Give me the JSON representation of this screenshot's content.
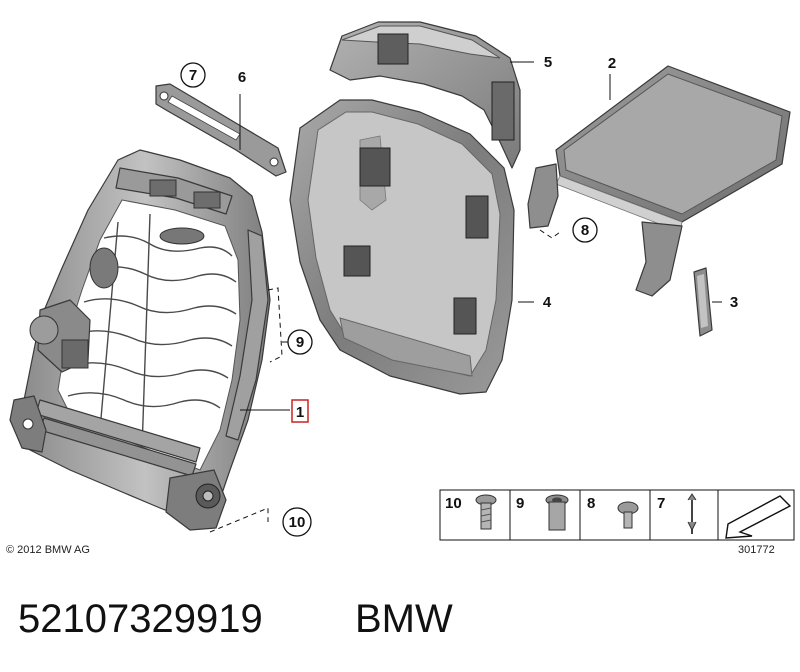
{
  "callouts": {
    "c1": "1",
    "c2": "2",
    "c3": "3",
    "c4": "4",
    "c5": "5",
    "c6": "6",
    "c7": "7",
    "c8": "8",
    "c9": "9",
    "c10": "10"
  },
  "legend": {
    "items": [
      {
        "number": "10",
        "icon": "button-head-screw-icon"
      },
      {
        "number": "9",
        "icon": "rivet-nut-icon"
      },
      {
        "number": "8",
        "icon": "pan-head-screw-icon"
      },
      {
        "number": "7",
        "icon": "clip-pin-icon"
      },
      {
        "number": "",
        "icon": "direction-arrow-icon"
      }
    ],
    "diagram_number": "301772"
  },
  "copyright": "© 2012 BMW AG",
  "part_number": "52107329919",
  "brand": "BMW",
  "colors": {
    "highlight_box": "#cc2222",
    "part_gray": "#8c8c8c",
    "part_light": "#b9b9b9",
    "part_dark": "#5f5f5f"
  }
}
